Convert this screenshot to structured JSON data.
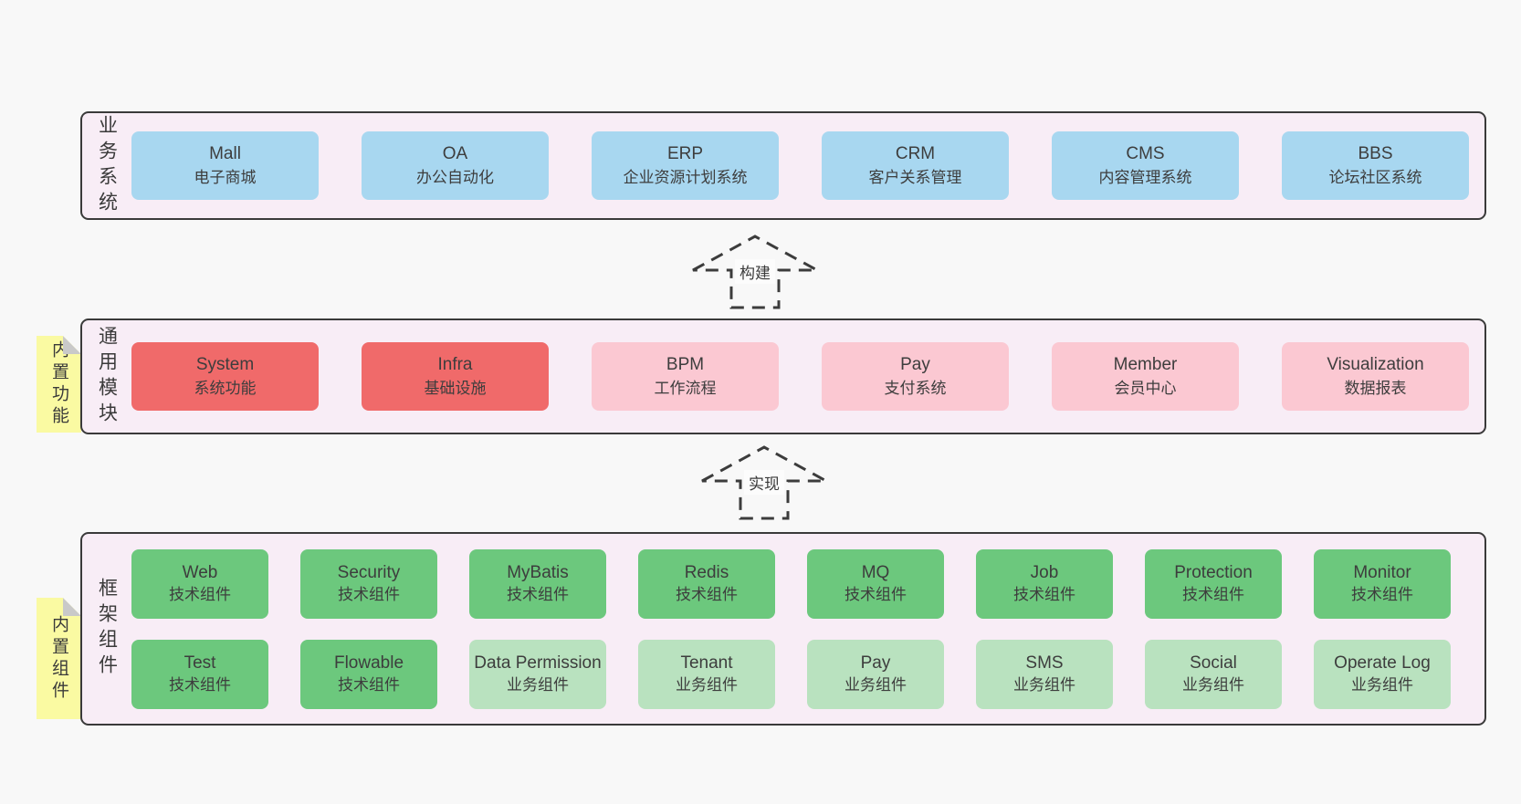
{
  "palette": {
    "page_bg": "#f8f8f8",
    "section_bg": "#f8edf6",
    "section_border": "#3a3a3a",
    "blue": "#a8d7f0",
    "red": "#f06a6a",
    "pink": "#fbc8d2",
    "green": "#6cc87d",
    "light_green": "#b9e2bf",
    "sticky_yellow": "#fafaa2",
    "sticky_fold": "#c9c9c9",
    "text": "#3d3d3d"
  },
  "arrows": {
    "build": "构建",
    "implement": "实现"
  },
  "business": {
    "label": "业务系统",
    "boxes": [
      {
        "title": "Mall",
        "subtitle": "电子商城",
        "variant": "blue"
      },
      {
        "title": "OA",
        "subtitle": "办公自动化",
        "variant": "blue"
      },
      {
        "title": "ERP",
        "subtitle": "企业资源计划系统",
        "variant": "blue"
      },
      {
        "title": "CRM",
        "subtitle": "客户关系管理",
        "variant": "blue"
      },
      {
        "title": "CMS",
        "subtitle": "内容管理系统",
        "variant": "blue"
      },
      {
        "title": "BBS",
        "subtitle": "论坛社区系统",
        "variant": "blue"
      }
    ]
  },
  "modules": {
    "label": "通用模块",
    "sticky": "内置功能",
    "boxes": [
      {
        "title": "System",
        "subtitle": "系统功能",
        "variant": "red"
      },
      {
        "title": "Infra",
        "subtitle": "基础设施",
        "variant": "red"
      },
      {
        "title": "BPM",
        "subtitle": "工作流程",
        "variant": "pink"
      },
      {
        "title": "Pay",
        "subtitle": "支付系统",
        "variant": "pink"
      },
      {
        "title": "Member",
        "subtitle": "会员中心",
        "variant": "pink"
      },
      {
        "title": "Visualization",
        "subtitle": "数据报表",
        "variant": "pink"
      }
    ]
  },
  "components": {
    "label": "框架组件",
    "sticky": "内置组件",
    "row1": [
      {
        "title": "Web",
        "subtitle": "技术组件",
        "variant": "green"
      },
      {
        "title": "Security",
        "subtitle": "技术组件",
        "variant": "green"
      },
      {
        "title": "MyBatis",
        "subtitle": "技术组件",
        "variant": "green"
      },
      {
        "title": "Redis",
        "subtitle": "技术组件",
        "variant": "green"
      },
      {
        "title": "MQ",
        "subtitle": "技术组件",
        "variant": "green"
      },
      {
        "title": "Job",
        "subtitle": "技术组件",
        "variant": "green"
      },
      {
        "title": "Protection",
        "subtitle": "技术组件",
        "variant": "green"
      },
      {
        "title": "Monitor",
        "subtitle": "技术组件",
        "variant": "green"
      }
    ],
    "row2": [
      {
        "title": "Test",
        "subtitle": "技术组件",
        "variant": "green"
      },
      {
        "title": "Flowable",
        "subtitle": "技术组件",
        "variant": "green"
      },
      {
        "title": "Data Permission",
        "subtitle": "业务组件",
        "variant": "lightgreen"
      },
      {
        "title": "Tenant",
        "subtitle": "业务组件",
        "variant": "lightgreen"
      },
      {
        "title": "Pay",
        "subtitle": "业务组件",
        "variant": "lightgreen"
      },
      {
        "title": "SMS",
        "subtitle": "业务组件",
        "variant": "lightgreen"
      },
      {
        "title": "Social",
        "subtitle": "业务组件",
        "variant": "lightgreen"
      },
      {
        "title": "Operate Log",
        "subtitle": "业务组件",
        "variant": "lightgreen"
      }
    ]
  }
}
